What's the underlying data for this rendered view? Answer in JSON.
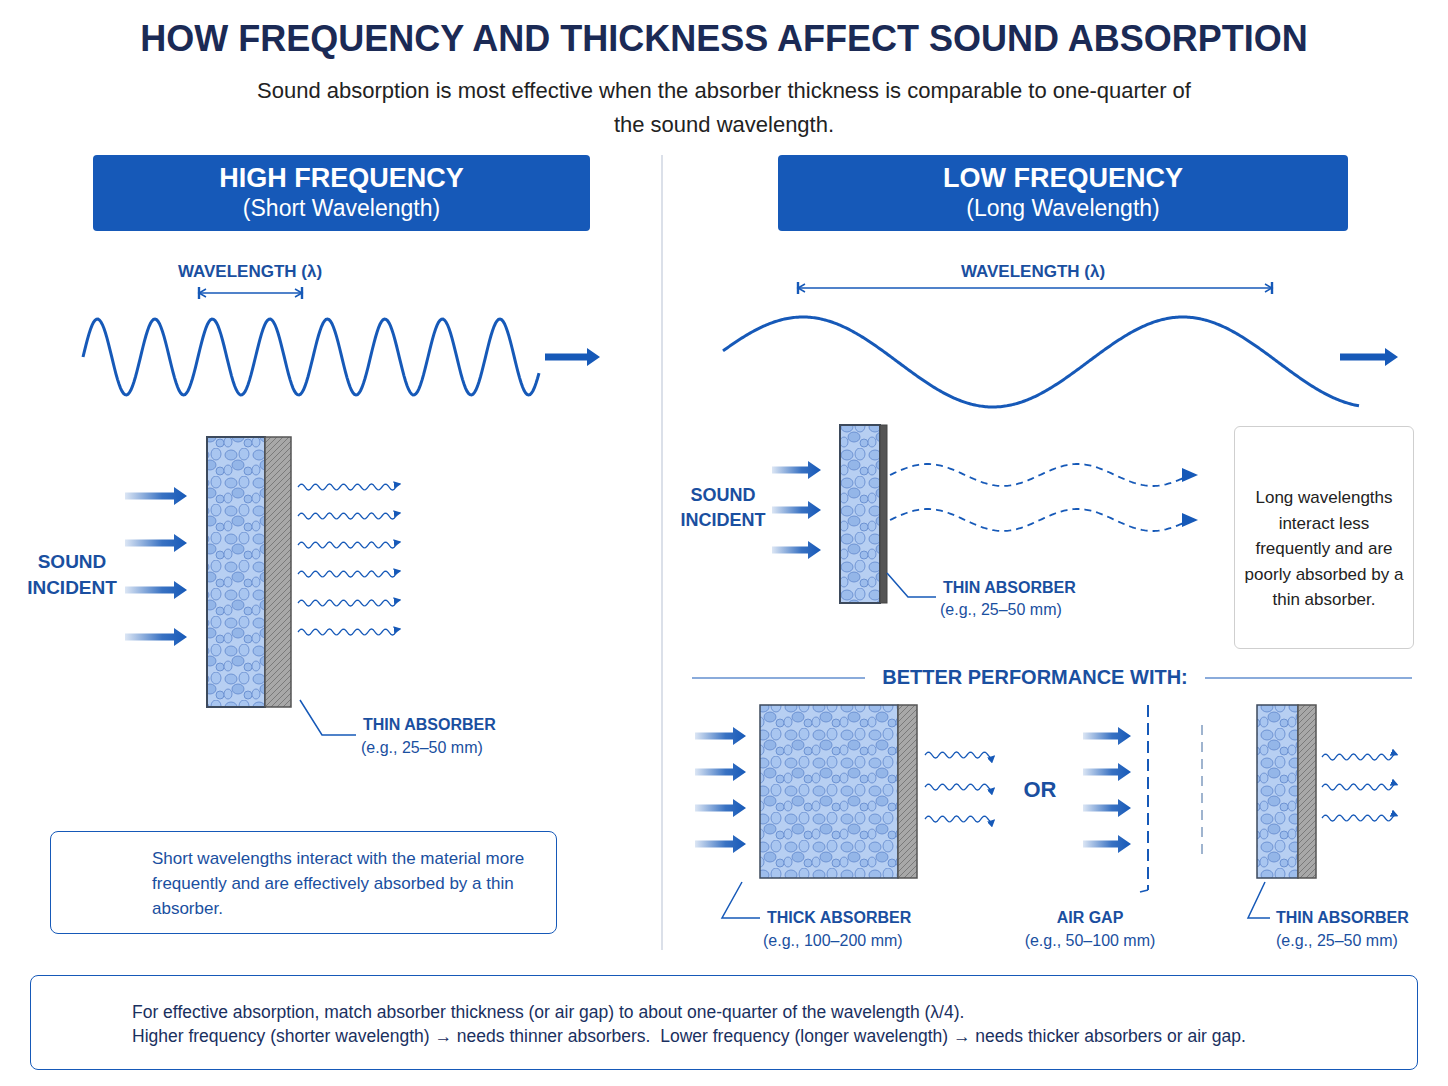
{
  "diagram": {
    "title": "HOW FREQUENCY AND THICKNESS AFFECT SOUND ABSORPTION",
    "nodes": [
      {
        "text": [
          "HIGH FREQUENCY",
          "(Short Wavelength)"
        ]
      },
      {
        "text": [
          "LOW FREQUENCY",
          "(Long Wavelength)"
        ]
      },
      {
        "text": [
          "Short wavelengths interact with the material more frequently and are effectively absorbed by a thin absorber."
        ]
      },
      {
        "text": [
          "Long wavelengths interact less frequently and are poorly absorbed by a thin absorber."
        ]
      },
      {
        "text": [
          "For effective absorption, match absorber thickness (or air gap) to about one-quarter of the wavelength (λ/4).",
          "Higher frequency (shorter wavelength) → needs thinner absorbers.  Lower frequency (longer wavelength) → needs thicker absorbers or air gap."
        ]
      }
    ],
    "labels": [
      "Sound absorption is most effective when the absorber thickness is comparable to one-quarter of the sound wavelength.",
      "WAVELENGTH (λ)",
      "SOUND INCIDENT",
      "THIN ABSORBER",
      "(e.g., 25–50 mm)",
      "WAVELENGTH (λ)",
      "SOUND INCIDENT",
      "THIN ABSORBER",
      "(e.g., 25–50 mm)",
      "BETTER PERFORMANCE WITH:",
      "THICK ABSORBER",
      "(e.g., 100–200 mm)",
      "OR",
      "AIR GAP",
      "(e.g., 50–100 mm)",
      "THIN ABSORBER",
      "(e.g., 25–50 mm)"
    ]
  }
}
